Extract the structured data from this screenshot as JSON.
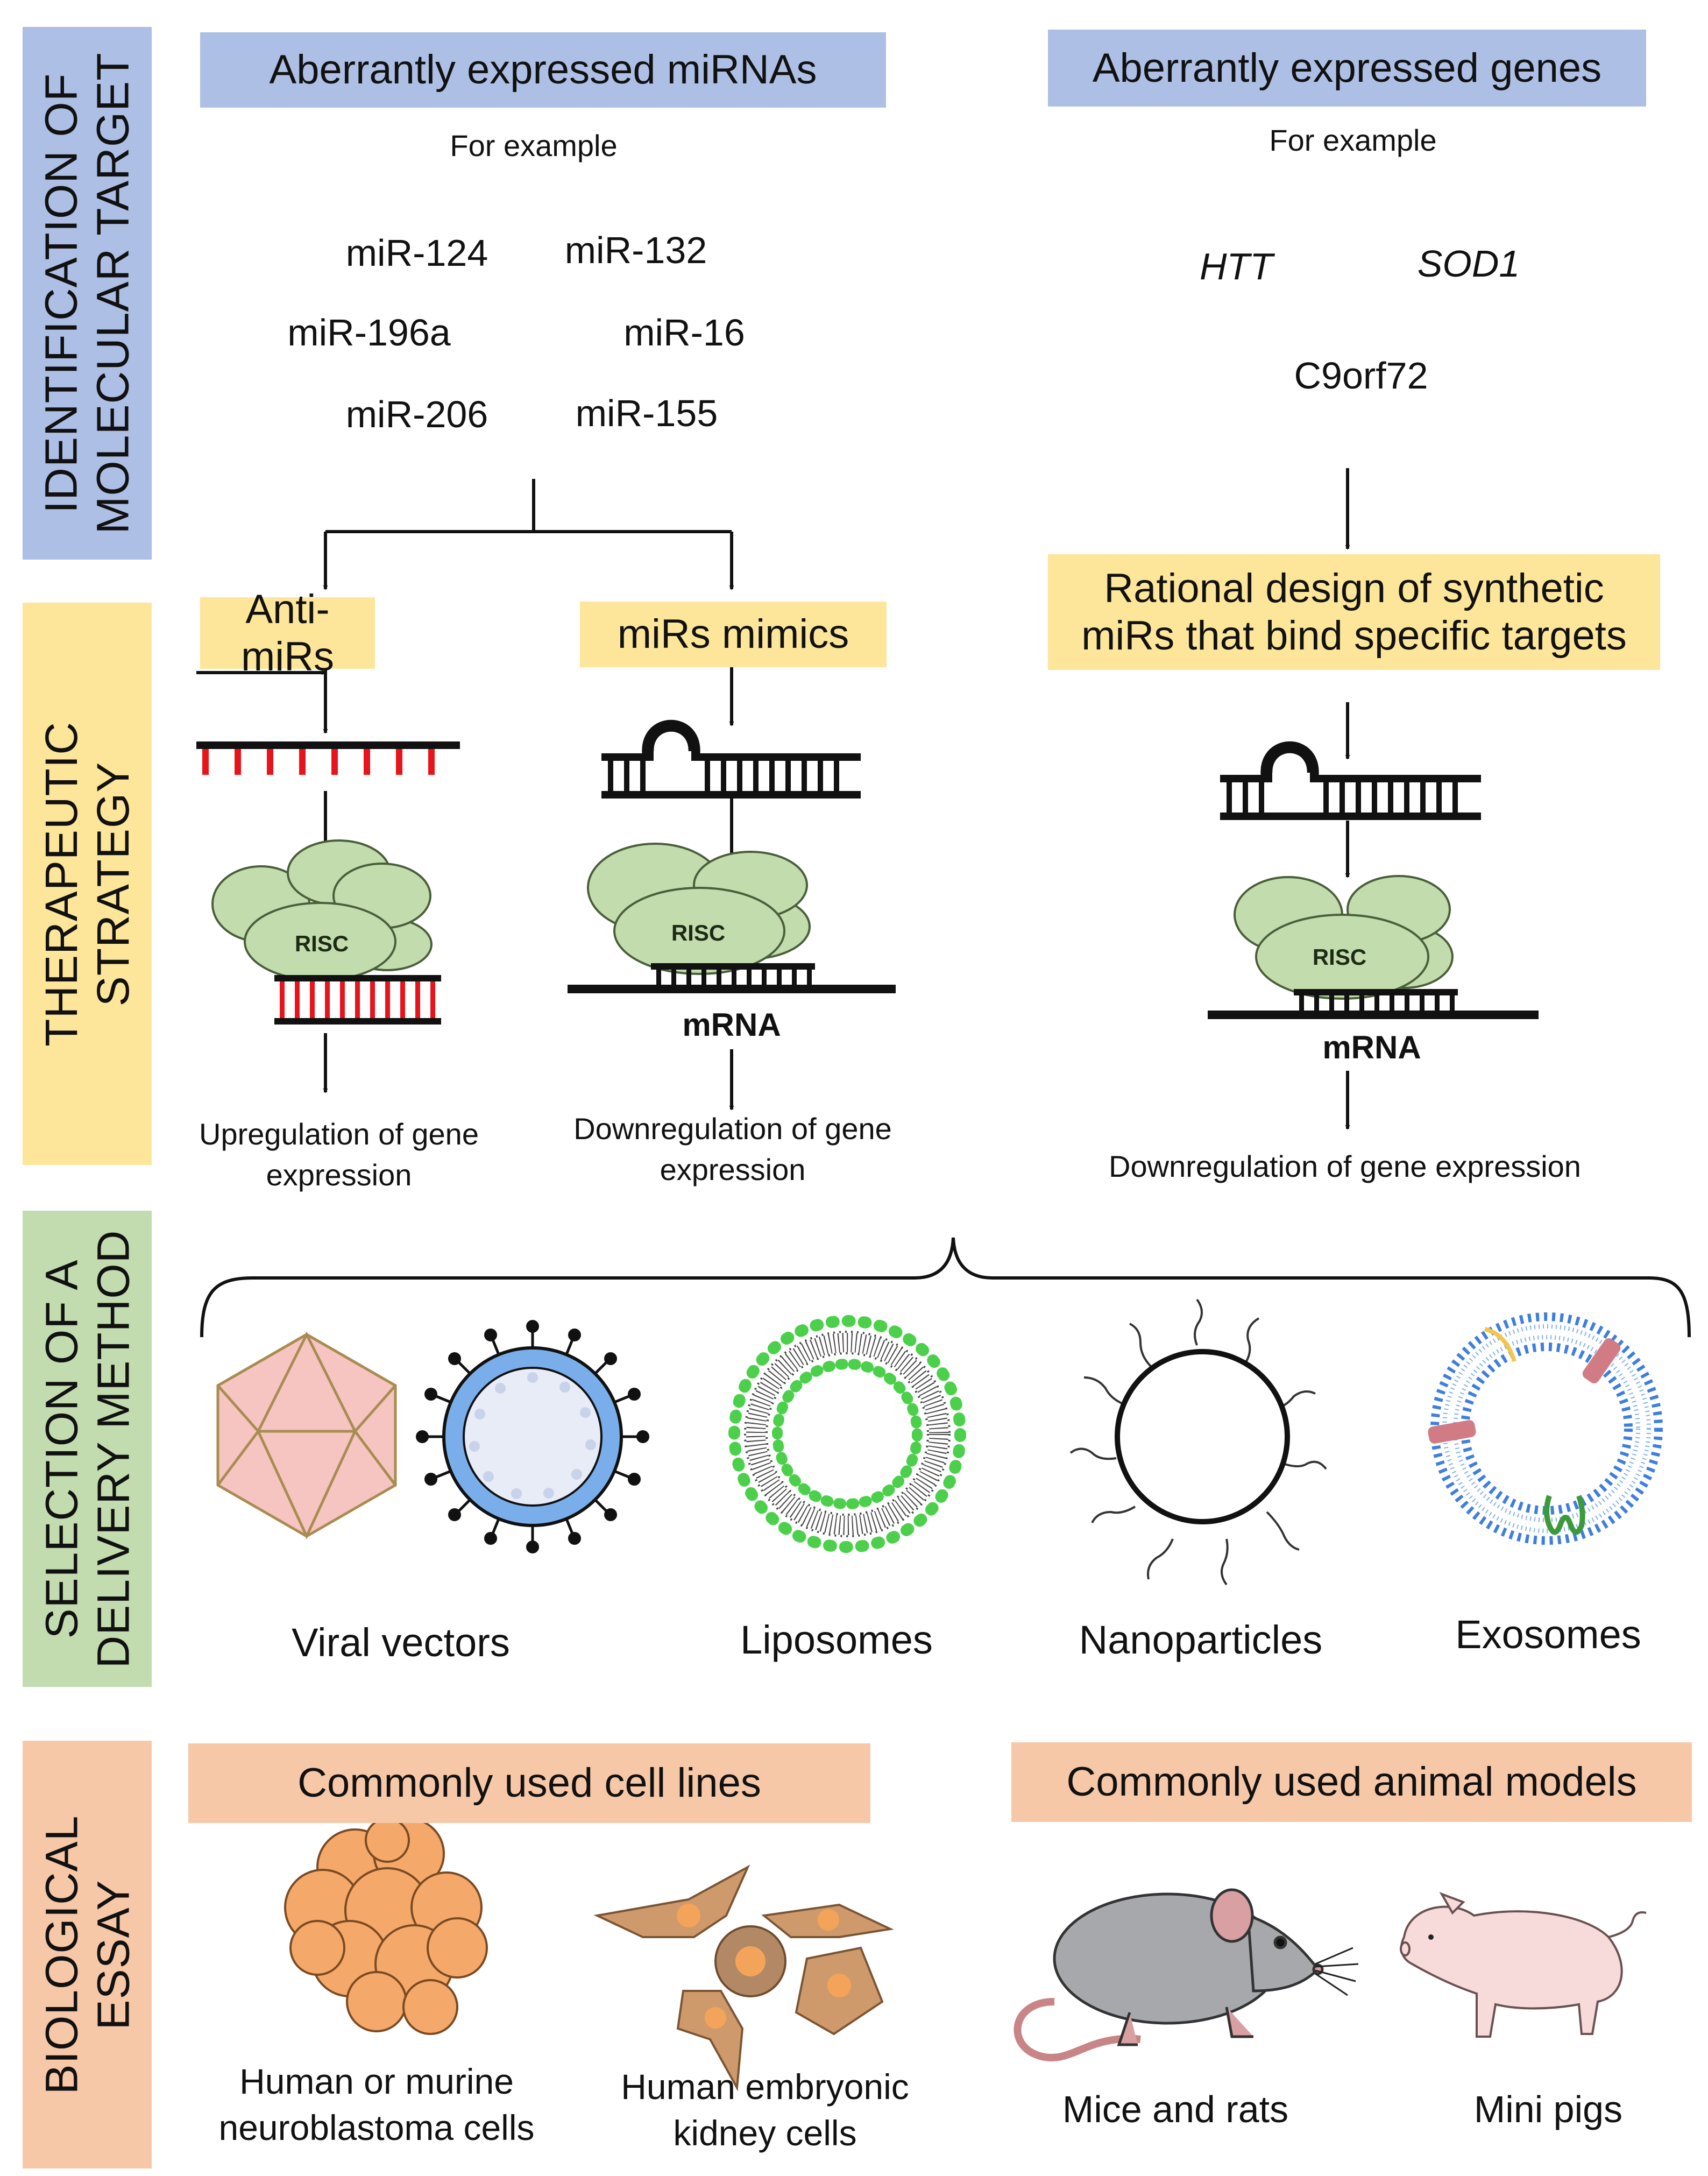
{
  "sidebar": {
    "identification": {
      "line1": "IDENTIFICATION OF",
      "line2": "MOLECULAR TARGET",
      "color": "#adbfe4"
    },
    "therapeutic": {
      "line1": "THERAPEUTIC",
      "line2": "STRATEGY",
      "color": "#fde69a"
    },
    "delivery": {
      "line1": "SELECTION OF A",
      "line2": "DELIVERY METHOD",
      "color": "#c2dcb0"
    },
    "essay": {
      "line1": "BIOLOGICAL",
      "line2": "ESSAY",
      "color": "#f6c8a8"
    }
  },
  "identification": {
    "mirnas_header": "Aberrantly expressed miRNAs",
    "genes_header": "Aberrantly expressed genes",
    "example_left": "For example",
    "example_right": "For example",
    "mirnas": [
      "miR-124",
      "miR-132",
      "miR-196a",
      "miR-16",
      "miR-206",
      "miR-155"
    ],
    "genes": [
      "HTT",
      "SOD1",
      "C9orf72"
    ]
  },
  "strategy": {
    "anti_mirs": "Anti-miRs",
    "mimics": "miRs mimics",
    "rational_line1": "Rational design of synthetic",
    "rational_line2": "miRs that bind specific targets",
    "risc": "RISC",
    "mrna": "mRNA",
    "up_line1": "Upregulation of gene",
    "up_line2": "expression",
    "down_line1": "Downregulation of gene",
    "down_line2": "expression",
    "down_full": "Downregulation of gene expression"
  },
  "delivery": {
    "viral": "Viral vectors",
    "liposomes": "Liposomes",
    "nanoparticles": "Nanoparticles",
    "exosomes": "Exosomes"
  },
  "essay": {
    "cell_lines_header": "Commonly used cell lines",
    "animal_models_header": "Commonly used animal models",
    "neuro_line1": "Human or murine",
    "neuro_line2": "neuroblastoma cells",
    "kidney_line1": "Human embryonic",
    "kidney_line2": "kidney cells",
    "mice": "Mice and rats",
    "pigs": "Mini pigs"
  },
  "colors": {
    "blue_box": "#adbfe4",
    "yellow_box": "#fde69a",
    "orange_box": "#f6c8a8",
    "risc": "#c2dcae",
    "red_strand": "#e8141b"
  }
}
